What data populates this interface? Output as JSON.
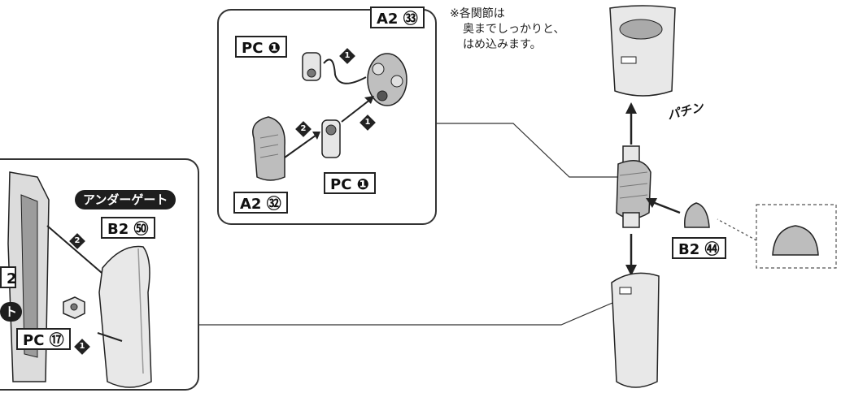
{
  "note": {
    "line1": "※各関節は",
    "line2": "奥までしっかりと、",
    "line3": "はめ込みます。"
  },
  "sound_effect": "パチン",
  "detail_box": {
    "labels": {
      "pc1_top": "PC ❶",
      "a2_33": "A2 ㉝",
      "pc1_bottom": "PC ❶",
      "a2_32": "A2 ㉜"
    },
    "steps": [
      "1",
      "2",
      "1"
    ]
  },
  "lower_box": {
    "section_pill": "アンダーゲート",
    "labels": {
      "b2_54": "B2 ㊿",
      "pc17": "PC ⑰",
      "left_partial": "2",
      "left_pill_partial": "ト"
    },
    "steps": [
      "2",
      "1"
    ]
  },
  "main_assembly": {
    "b2_44": "B2 ㊹",
    "step_arrow_direction": "up"
  },
  "colors": {
    "outline": "#222222",
    "part_fill": "#e4e4e4",
    "part_shade": "#9a9a9a",
    "box_border": "#333333",
    "arrow_gray": "#999999"
  }
}
